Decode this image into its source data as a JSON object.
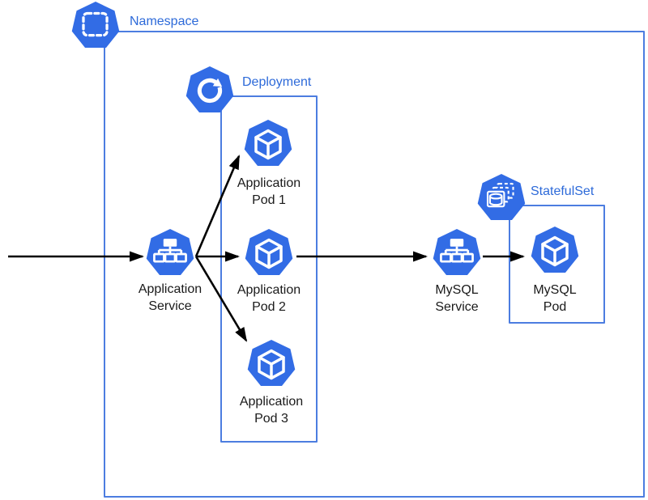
{
  "diagram": {
    "type": "kubernetes-architecture",
    "colors": {
      "kubernetes_blue": "#326CE5",
      "box_border_blue": "#4C7DE0",
      "group_label_blue": "#2D6AD9",
      "node_label_black": "#1A1A1A",
      "arrow_black": "#000000",
      "background": "#FFFFFF"
    },
    "groups": {
      "namespace": {
        "label": "Namespace",
        "icon": "k8s-namespace-icon"
      },
      "deployment": {
        "label": "Deployment",
        "icon": "k8s-deployment-icon"
      },
      "statefulset": {
        "label": "StatefulSet",
        "icon": "k8s-statefulset-icon"
      }
    },
    "nodes": {
      "app_service": {
        "line1": "Application",
        "line2": "Service",
        "icon": "k8s-service-icon"
      },
      "app_pod1": {
        "line1": "Application",
        "line2": "Pod 1",
        "icon": "k8s-pod-icon"
      },
      "app_pod2": {
        "line1": "Application",
        "line2": "Pod 2",
        "icon": "k8s-pod-icon"
      },
      "app_pod3": {
        "line1": "Application",
        "line2": "Pod 3",
        "icon": "k8s-pod-icon"
      },
      "mysql_service": {
        "line1": "MySQL",
        "line2": "Service",
        "icon": "k8s-service-icon"
      },
      "mysql_pod": {
        "line1": "MySQL",
        "line2": "Pod",
        "icon": "k8s-pod-icon"
      }
    },
    "edges": [
      {
        "from": "external",
        "to": "app_service"
      },
      {
        "from": "app_service",
        "to": "app_pod1"
      },
      {
        "from": "app_service",
        "to": "app_pod2"
      },
      {
        "from": "app_service",
        "to": "app_pod3"
      },
      {
        "from": "app_pod2",
        "to": "mysql_service"
      },
      {
        "from": "mysql_service",
        "to": "mysql_pod"
      }
    ]
  }
}
